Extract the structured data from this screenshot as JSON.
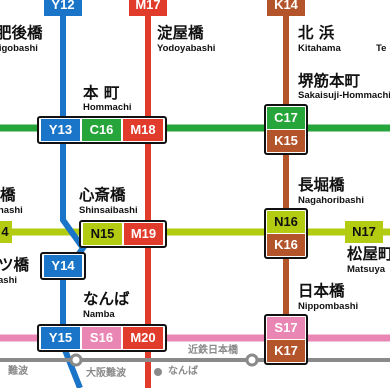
{
  "map": {
    "lines": [
      {
        "name": "blue",
        "color": "#1a75c8"
      },
      {
        "name": "red",
        "color": "#e13b2b"
      },
      {
        "name": "brown",
        "color": "#b4542a"
      },
      {
        "name": "green",
        "color": "#26a53a"
      },
      {
        "name": "yellow-green",
        "color": "#b3cc12"
      },
      {
        "name": "pink",
        "color": "#e986b3"
      },
      {
        "name": "grey",
        "color": "#8a8a8a"
      }
    ],
    "top_codes": {
      "y12": "Y12",
      "m17": "M17",
      "k14": "K14"
    },
    "stations": {
      "higobashi": {
        "ja": "肥後橋",
        "en": "Higobashi"
      },
      "yodoyabashi": {
        "ja": "淀屋橋",
        "en": "Yodoyabashi"
      },
      "kitahama": {
        "ja": "北 浜",
        "en": "Kitahama"
      },
      "temmabashi": {
        "en": "Te"
      },
      "hommachi": {
        "ja": "本 町",
        "en": "Hommachi"
      },
      "sakaisuji_hommachi": {
        "ja": "堺筋本町",
        "en": "Sakaisuji-Hommachi"
      },
      "yotsubashi": {
        "ja": "橋",
        "en": "hashi"
      },
      "shinsaibashi": {
        "ja": "心斎橋",
        "en": "Shinsaibashi"
      },
      "nagahoribashi": {
        "ja": "長堀橋",
        "en": "Nagahoribashi"
      },
      "matsuyamachi": {
        "ja": "松屋町",
        "en": "Matsuya"
      },
      "left_mid": {
        "ja": "ツ橋",
        "en": "ashi"
      },
      "namba": {
        "ja": "なんば",
        "en": "Namba"
      },
      "nippombashi": {
        "ja": "日本橋",
        "en": "Nippombashi"
      }
    },
    "codes": {
      "y13": "Y13",
      "c16": "C16",
      "m18": "M18",
      "c17": "C17",
      "k15": "K15",
      "n15": "N15",
      "m19": "M19",
      "n16": "N16",
      "k16": "K16",
      "n17": "N17",
      "n14": "4",
      "y14": "Y14",
      "y15": "Y15",
      "s16": "S16",
      "m20": "M20",
      "s17": "S17",
      "k17": "K17"
    },
    "bottom_labels": {
      "left": "難波",
      "osaka_namba": "大阪難波",
      "namba": "なんば",
      "kintetsu_nippombashi": "近鉄日本橋"
    }
  }
}
